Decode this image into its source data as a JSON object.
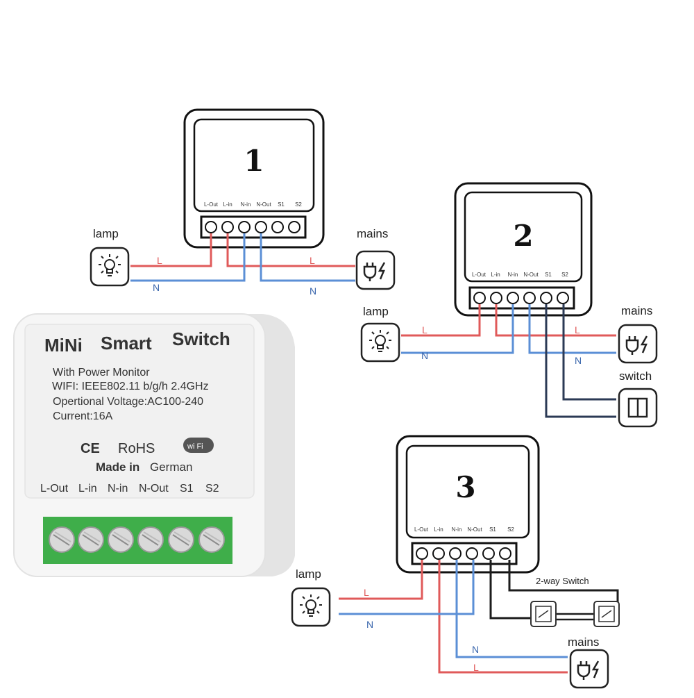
{
  "diagram1": {
    "number": "1",
    "terminals": [
      "L-Out",
      "L-in",
      "N-in",
      "N-Out",
      "S1",
      "S2"
    ],
    "lamp_label": "lamp",
    "mains_label": "mains",
    "wire_L": "L",
    "wire_N": "N"
  },
  "diagram2": {
    "number": "2",
    "terminals": [
      "L-Out",
      "L-in",
      "N-in",
      "N-Out",
      "S1",
      "S2"
    ],
    "lamp_label": "lamp",
    "mains_label": "mains",
    "switch_label": "switch",
    "wire_L": "L",
    "wire_N": "N"
  },
  "diagram3": {
    "number": "3",
    "terminals": [
      "L-Out",
      "L-in",
      "N-in",
      "N-Out",
      "S1",
      "S2"
    ],
    "lamp_label": "lamp",
    "mains_label": "mains",
    "switch_label": "2-way Switch",
    "wire_L": "L",
    "wire_N": "N"
  },
  "product": {
    "title_1": "MiNi",
    "title_2": "Smart",
    "title_3": "Switch",
    "spec_lines": [
      "With Power Monitor",
      "WIFI: IEEE802.11 b/g/h 2.4GHz",
      "Opertional Voltage:AC100-240",
      "Current:16A"
    ],
    "ce_mark": "CE",
    "rohs_mark": "RoHS",
    "wifi_mark": "wi Fi",
    "made_in_bold": "Made in",
    "made_in_rest": "German",
    "terminals": [
      "L-Out",
      "L-in",
      "N-in",
      "N-Out",
      "S1",
      "S2"
    ]
  },
  "colors": {
    "live_wire": "#e05a5a",
    "neutral_wire": "#5b8fd6",
    "switch_wire": "#2b3a55",
    "terminal_block": "#3fae4a"
  },
  "icons": [
    "bulb-icon",
    "plug-icon",
    "switch-icon"
  ]
}
